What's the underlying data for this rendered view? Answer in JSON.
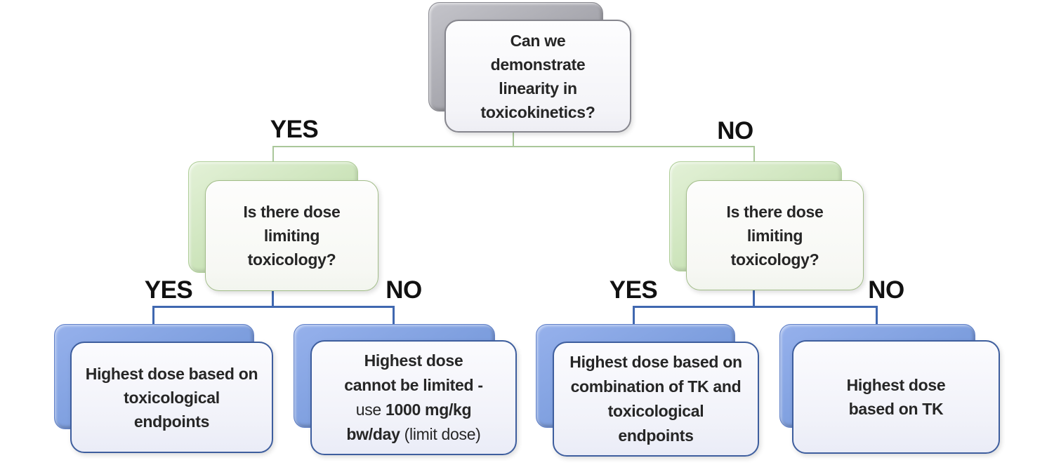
{
  "diagram": {
    "type": "decision-tree-flowchart",
    "nodes": {
      "root": {
        "lines": [
          "Can we",
          "demonstrate",
          "linearity in",
          "toxicokinetics?"
        ]
      },
      "left_question": {
        "lines": [
          "Is there dose",
          "limiting",
          "toxicology?"
        ]
      },
      "right_question": {
        "lines": [
          "Is there dose",
          "limiting",
          "toxicology?"
        ]
      },
      "leaf_tox_endpoints": {
        "lines": [
          "Highest dose based on",
          "toxicological",
          "endpoints"
        ]
      },
      "leaf_limit_dose": {
        "l1": "Highest dose",
        "l2": "cannot be limited -",
        "l3a": "use ",
        "l3b": "1000 mg/kg",
        "l4a": "bw/day",
        "l4b": " (limit dose)"
      },
      "leaf_tk_tox": {
        "lines": [
          "Highest dose based on",
          "combination of TK and",
          "toxicological",
          "endpoints"
        ]
      },
      "leaf_tk": {
        "lines": [
          "Highest dose",
          "based on TK"
        ]
      }
    },
    "labels": {
      "yes_top": "YES",
      "no_top": "NO",
      "yes_left": "YES",
      "no_left": "NO",
      "yes_right": "YES",
      "no_right": "NO"
    },
    "colors": {
      "text": "#262626",
      "green_connector": "#aac79a",
      "blue_connector": "#4068b0",
      "gray_shadow": "#a6a6ad",
      "gray_border": "#86868e",
      "green_shadow": "#cbe3b9",
      "green_border": "#a2bd89",
      "blue_shadow": "#7d9ede",
      "blue_border": "#3e5e9e"
    }
  }
}
